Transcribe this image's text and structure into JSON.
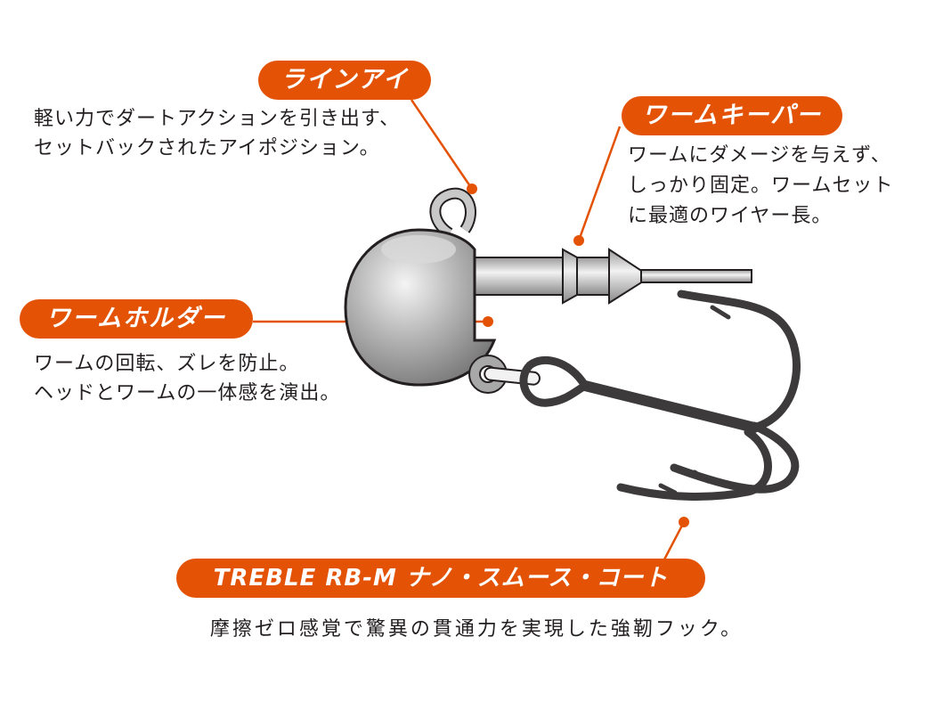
{
  "accent_color": "#e35205",
  "callouts": {
    "line_eye": {
      "label": "ラインアイ",
      "lines": [
        "軽い力でダートアクションを引き出す、",
        "セットバックされたアイポジション。"
      ]
    },
    "worm_keeper": {
      "label": "ワームキーパー",
      "lines": [
        "ワームにダメージを与えず、",
        "しっかり固定。ワームセット",
        "に最適のワイヤー長。"
      ]
    },
    "worm_holder": {
      "label": "ワームホルダー",
      "lines": [
        "ワームの回転、ズレを防止。",
        "ヘッドとワームの一体感を演出。"
      ]
    },
    "treble": {
      "label": "TREBLE RB-M ナノ・スムース・コート",
      "lines": [
        "摩擦ゼロ感覚で驚異の貫通力を実現した強靭フック。"
      ]
    }
  }
}
